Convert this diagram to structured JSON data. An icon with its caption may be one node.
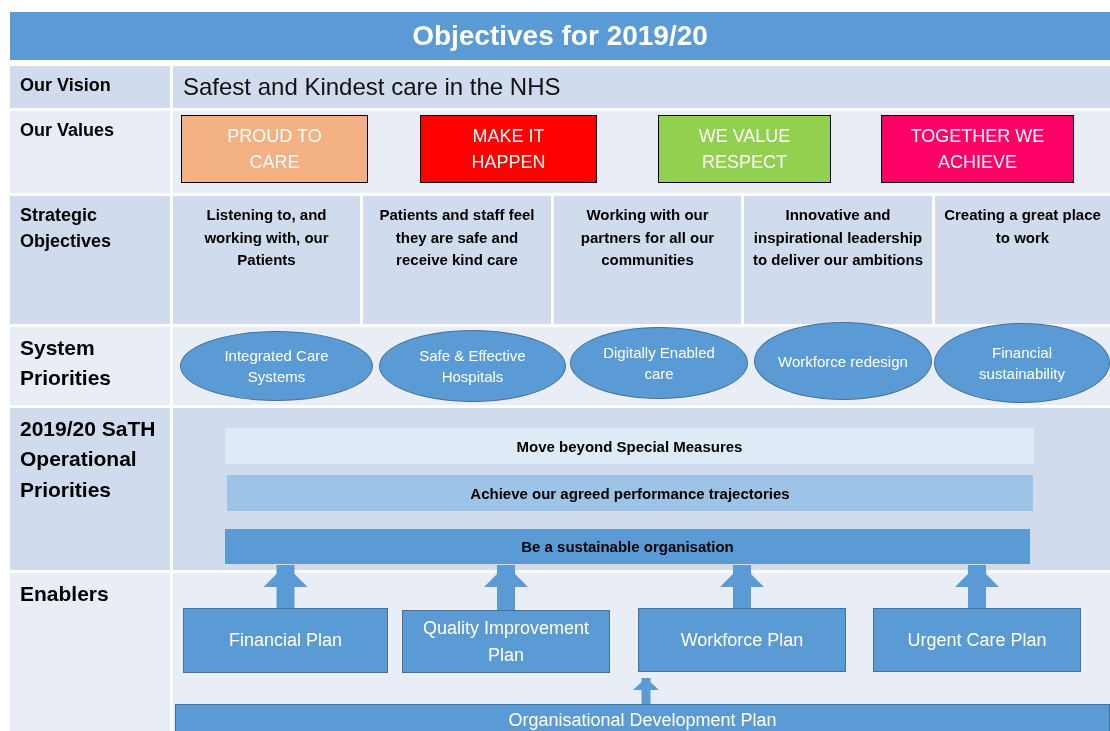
{
  "diagram": {
    "title": "Objectives for 2019/20",
    "nodes": [
      {
        "text": [
          "Our Vision"
        ]
      },
      {
        "text": [
          "Safest and Kindest care in the NHS"
        ]
      },
      {
        "text": [
          "Our Values"
        ]
      },
      {
        "text": [
          "PROUD TO CARE"
        ]
      },
      {
        "text": [
          "MAKE IT HAPPEN"
        ]
      },
      {
        "text": [
          "WE VALUE RESPECT"
        ]
      },
      {
        "text": [
          "TOGETHER WE ACHIEVE"
        ]
      },
      {
        "text": [
          "Strategic Objectives"
        ]
      },
      {
        "text": [
          "Listening to, and working with, our Patients"
        ]
      },
      {
        "text": [
          "Patients and staff feel they are safe and receive kind care"
        ]
      },
      {
        "text": [
          "Working with our partners for all our communities"
        ]
      },
      {
        "text": [
          "Innovative and inspirational leadership to deliver our ambitions"
        ]
      },
      {
        "text": [
          "Creating a great place to work"
        ]
      },
      {
        "text": [
          "System Priorities"
        ]
      },
      {
        "text": [
          "Integrated Care Systems"
        ]
      },
      {
        "text": [
          "Safe & Effective Hospitals"
        ]
      },
      {
        "text": [
          "Digitally Enabled care"
        ]
      },
      {
        "text": [
          "Workforce redesign"
        ]
      },
      {
        "text": [
          "Financial sustainability"
        ]
      },
      {
        "text": [
          "2019/20 SaTH Operational Priorities"
        ]
      },
      {
        "text": [
          "Move beyond Special Measures"
        ]
      },
      {
        "text": [
          "Achieve our agreed performance trajectories"
        ]
      },
      {
        "text": [
          "Be a sustainable organisation"
        ]
      },
      {
        "text": [
          "Enablers"
        ]
      },
      {
        "text": [
          "Financial Plan"
        ]
      },
      {
        "text": [
          "Quality Improvement Plan"
        ]
      },
      {
        "text": [
          "Workforce Plan"
        ]
      },
      {
        "text": [
          "Urgent Care Plan"
        ]
      },
      {
        "text": [
          "Organisational Development Plan"
        ]
      }
    ],
    "edges": [
      {
        "from": 24,
        "to": 22,
        "arrow": "to"
      },
      {
        "from": 25,
        "to": 22,
        "arrow": "to"
      },
      {
        "from": 26,
        "to": 22,
        "arrow": "to"
      },
      {
        "from": 27,
        "to": 22,
        "arrow": "to"
      },
      {
        "from": 28,
        "to": 26,
        "arrow": "to"
      }
    ]
  }
}
